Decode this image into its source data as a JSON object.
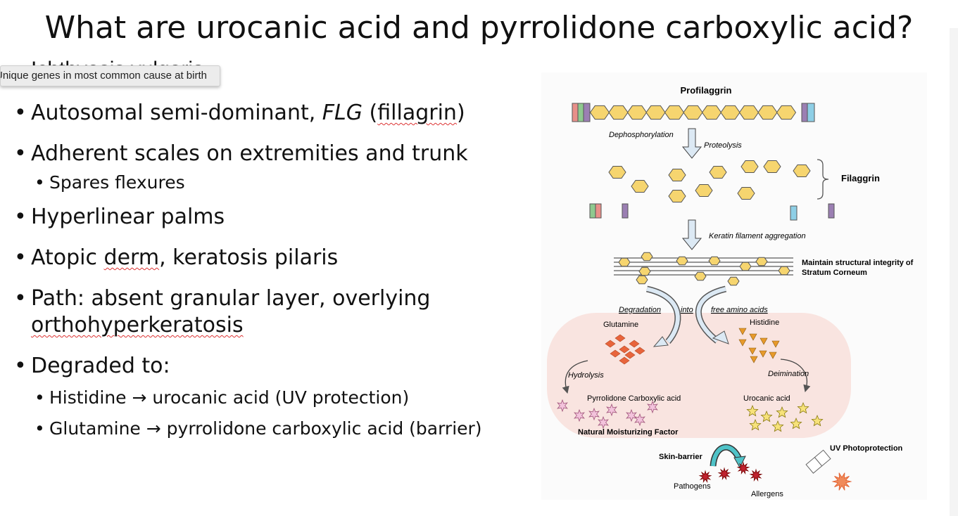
{
  "slide": {
    "title": "What are urocanic acid and pyrrolidone carboxylic acid?",
    "partial_heading": "Ichthyosis vulgaris",
    "tooltip": "Unique genes in most common cause at birth",
    "bullets": [
      {
        "pre": "Autosomal semi-dominant, ",
        "italic": "FLG",
        "mid": " (",
        "flag": "fillagrin",
        "post": ")"
      },
      {
        "text": "Adherent scales on extremities and trunk",
        "sub": [
          "Spares flexures"
        ]
      },
      {
        "text": "Hyperlinear palms"
      },
      {
        "pre": "Atopic ",
        "flag": "derm",
        "post": ", keratosis pilaris"
      },
      {
        "line1": "Path: absent granular layer, overlying",
        "flag": "orthohyperkeratosis"
      },
      {
        "text": "Degraded to:",
        "sub": [
          "Histidine → urocanic acid (UV protection)",
          "Glutamine → pyrrolidone carboxylic acid (barrier)"
        ]
      }
    ]
  },
  "figure": {
    "profilaggrin": "Profilaggrin",
    "dephosphorylation": "Dephosphorylation",
    "proteolysis": "Proteolysis",
    "filaggrin": "Filaggrin",
    "keratin": "Keratin filament aggregation",
    "maintain1": "Maintain structural integrity of",
    "maintain2": "Stratum Corneum",
    "degradation": "Degradation",
    "into": "into",
    "free_amino": "free amino acids",
    "glutamine": "Glutamine",
    "histidine": "Histidine",
    "hydrolysis": "Hydrolysis",
    "deimination": "Deimination",
    "pca": "Pyrrolidone Carboxylic acid",
    "urocanic": "Urocanic acid",
    "nmf": "Natural Moisturizing Factor",
    "skin_barrier": "Skin-barrier",
    "uv": "UV Photoprotection",
    "pathogens": "Pathogens",
    "allergens": "Allergens",
    "colors": {
      "hexagon": "#f6d56f",
      "hexagon_stroke": "#555555",
      "region": "#f9e4e0",
      "diamond": "#e8643c",
      "triangle": "#e79a2b",
      "star_pink": "#f3c3dc",
      "star_yellow": "#f7e27a",
      "arrow": "#dce9f4"
    }
  }
}
